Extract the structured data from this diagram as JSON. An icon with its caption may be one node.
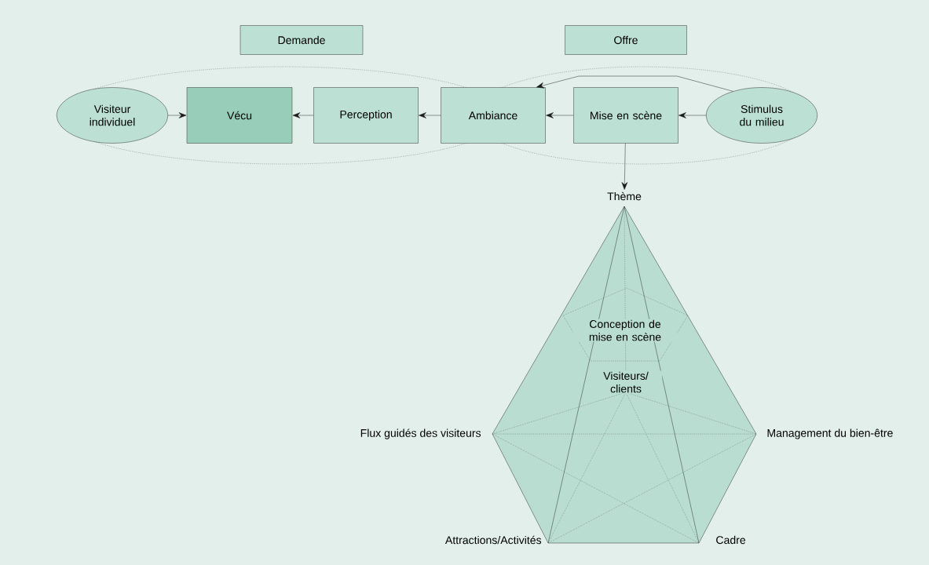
{
  "diagram": {
    "nodes": [
      {
        "text": [
          "Demande"
        ]
      },
      {
        "text": [
          "Offre"
        ]
      },
      {
        "text": [
          "Visiteur individuel"
        ]
      },
      {
        "text": [
          "Vécu"
        ]
      },
      {
        "text": [
          "Perception"
        ]
      },
      {
        "text": [
          "Ambiance"
        ]
      },
      {
        "text": [
          "Mise en scène"
        ]
      },
      {
        "text": [
          "Stimulus du milieu"
        ]
      },
      {
        "text": [
          "Thème"
        ]
      }
    ],
    "edges": [
      {
        "from": 2,
        "to": 3,
        "arrow": "to"
      },
      {
        "from": 4,
        "to": 3,
        "arrow": "to"
      },
      {
        "from": 5,
        "to": 4,
        "arrow": "to"
      },
      {
        "from": 6,
        "to": 5,
        "arrow": "to"
      },
      {
        "from": 7,
        "to": 6,
        "arrow": "to"
      },
      {
        "from": 7,
        "to": 5,
        "arrow": "to"
      },
      {
        "from": 6,
        "to": 8,
        "arrow": "to"
      }
    ],
    "labels": [
      "Conception de mise en scène",
      "Visiteurs/ clients",
      "Flux guidés des visiteurs",
      "Management du bien-être",
      "Attractions/Activités",
      "Cadre"
    ]
  }
}
